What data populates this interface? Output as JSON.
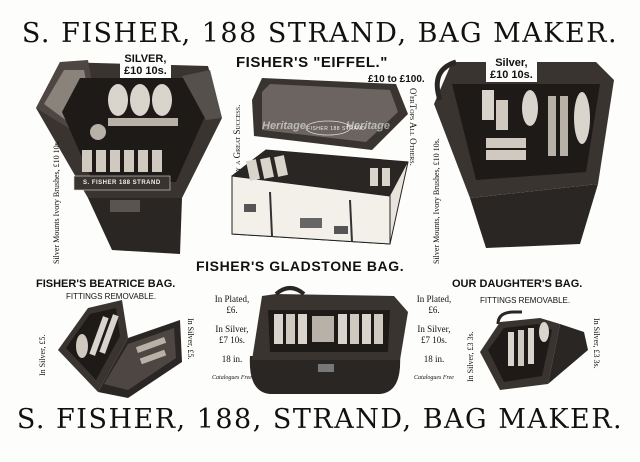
{
  "header": {
    "headline": "S. FISHER, 188 STRAND, BAG MAKER."
  },
  "footer": {
    "headline": "S. FISHER, 188, STRAND, BAG MAKER."
  },
  "eiffel": {
    "title": "FISHER'S \"EIFFEL.\"",
    "price_range": "£10 to £100.",
    "left_side": "Already a Great Success.",
    "right_side": "O'erTops All Others.",
    "bag_label": "FISHER 188 STRAND"
  },
  "left_bag": {
    "badge_line1": "SILVER,",
    "badge_line2": "£10 10s.",
    "side_note": "Silver Mounts Ivory Brushes, £10 10s.",
    "plate": "S. FISHER 188 STRAND"
  },
  "right_bag": {
    "badge_line1": "Silver,",
    "badge_line2": "£10 10s.",
    "side_note": "Silver Mounts, Ivory Brushes, £10 10s."
  },
  "gladstone": {
    "title": "FISHER'S GLADSTONE BAG.",
    "left_price": {
      "plated_label": "In Plated,",
      "plated_value": "£6.",
      "silver_label": "In Silver,",
      "silver_value": "£7 10s.",
      "size": "18 in.",
      "catalogue": "Catalogues Free"
    },
    "right_price": {
      "plated_label": "In Plated,",
      "plated_value": "£6.",
      "silver_label": "In Silver,",
      "silver_value": "£7 10s.",
      "size": "18 in.",
      "catalogue": "Catalogues Free"
    }
  },
  "beatrice": {
    "title": "FISHER'S BEATRICE BAG.",
    "subtitle": "FITTINGS REMOVABLE.",
    "side_price_left": "In Silver, £5.",
    "side_price_right": "In Silver, £5."
  },
  "daughter": {
    "title": "OUR DAUGHTER'S BAG.",
    "subtitle": "FITTINGS REMOVABLE.",
    "side_price_left": "In Silver, £3 3s.",
    "side_price_right": "In Silver, £3 3s."
  },
  "watermark": {
    "text": "Heritage"
  },
  "colors": {
    "ink": "#111111",
    "paper": "#fdfdfb",
    "leather": "#2a2624",
    "leather_light": "#6b6460",
    "fitting": "#d9d4cc"
  }
}
